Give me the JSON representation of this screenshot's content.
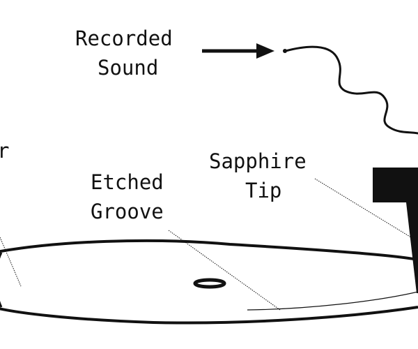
{
  "labels": {
    "recorded_sound_line1": "Recorded",
    "recorded_sound_line2": "Sound",
    "left_partial": "r",
    "sapphire_tip_line1": "Sapphire",
    "sapphire_tip_line2": "Tip",
    "etched_groove_line1": "Etched",
    "etched_groove_line2": "Groove"
  },
  "colors": {
    "ink": "#111111",
    "background": "#ffffff"
  }
}
